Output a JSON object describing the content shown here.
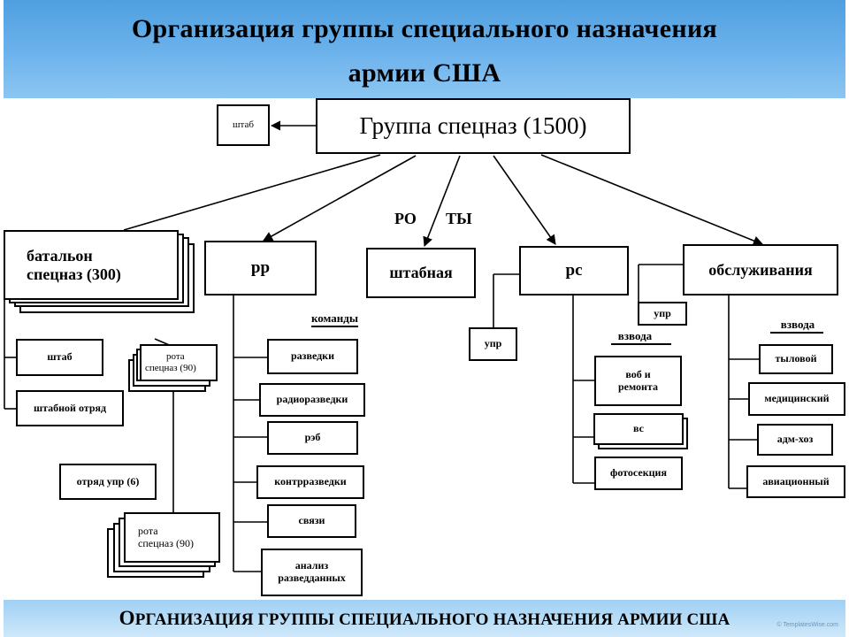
{
  "header": {
    "line1": "Организация группы специального назначения",
    "line2": "армии США"
  },
  "root": {
    "label": "Группа спецназ (1500)"
  },
  "hq": {
    "label": "штаб"
  },
  "roty": {
    "ro": "РО",
    "ty": "ТЫ"
  },
  "battalion": {
    "label_line1": "батальон",
    "label_line2": "спецназ (300)",
    "hq": "штаб",
    "hq_detachment": "штабной отряд",
    "company": {
      "line1": "рота",
      "line2": "спецназ (90)"
    },
    "detachment": "отряд упр (6)",
    "company2": {
      "line1": "рота",
      "line2": "спецназ (90)"
    }
  },
  "rr": {
    "label": "рр",
    "teams_title": "команды",
    "teams": [
      "разведки",
      "радиоразведки",
      "рэб",
      "контрразведки",
      "связи"
    ],
    "analysis": {
      "line1": "анализ",
      "line2": "разведданных"
    }
  },
  "staff": {
    "label": "штабная"
  },
  "rs": {
    "label": "рс",
    "upr": "упр",
    "platoons_title": "взвода",
    "platoons": [
      {
        "line1": "воб и",
        "line2": "ремонта"
      },
      {
        "line1": "вс",
        "line2": ""
      },
      {
        "line1": "фотосекция",
        "line2": ""
      }
    ]
  },
  "service": {
    "label": "обслуживания",
    "upr": "упр",
    "platoons_title": "взвода",
    "platoons": [
      "тыловой",
      "медицинский",
      "адм-хоз",
      "авиационный"
    ]
  },
  "footer": {
    "caption_first": "О",
    "caption_rest": "РГАНИЗАЦИЯ ГРУППЫ СПЕЦИАЛЬНОГО НАЗНАЧЕНИЯ АРМИИ США",
    "watermark": "© TemplatesWise.com"
  },
  "colors": {
    "header": "#5fa9e8",
    "footer": "#b8defa"
  }
}
